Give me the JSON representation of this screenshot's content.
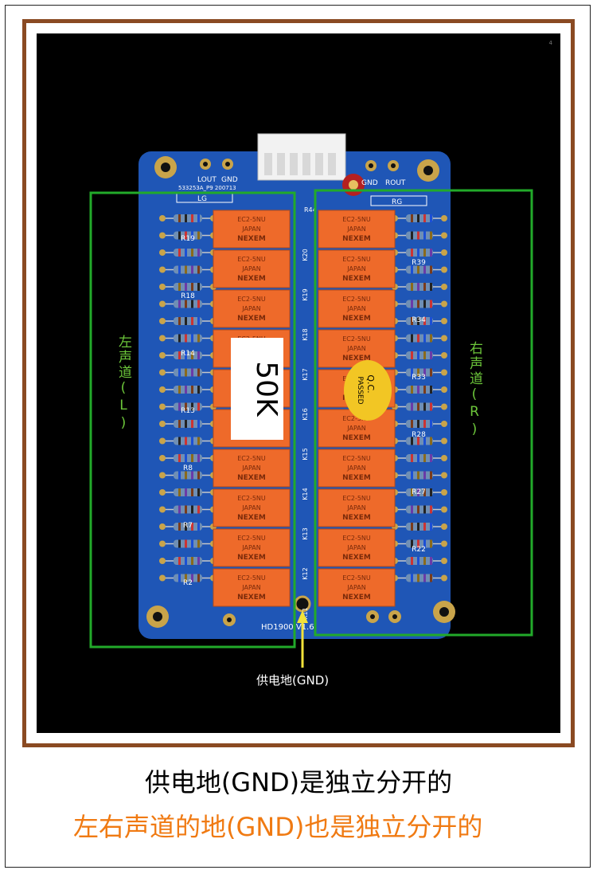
{
  "photo": {
    "corner_mark": "4",
    "board": {
      "header_labels": [
        "LOUT",
        "GND",
        "GND",
        "ROUT"
      ],
      "part_code": "533253A_P9  200713",
      "section_left": "LG",
      "section_right": "RG",
      "board_id": "HD1900  V1.6",
      "sticker_text": "50K",
      "qc_text_top": "Q.C.",
      "qc_text_bottom": "PASSED",
      "relay_brand": "NEXEM",
      "relay_model": "EC2-5NU",
      "relay_origin": "JAPAN",
      "relay_labels_k": [
        "K20",
        "K19",
        "K18",
        "K17",
        "K16",
        "K15",
        "K14",
        "K13",
        "K12",
        "K11"
      ],
      "resistor_labels_left": [
        "R19",
        "R18",
        "R14",
        "R13",
        "R8",
        "R7",
        "R2"
      ],
      "resistor_labels_right": [
        "R39",
        "R34",
        "R33",
        "R28",
        "R27",
        "R22"
      ],
      "connector_label": "R44"
    },
    "annotations": {
      "gnd_supply": "供电地(GND)",
      "left_channel": "左声道(L)",
      "right_channel": "右声道(R)",
      "highlight_color": "#22aa2a",
      "arrow_color": "#f2e23a"
    }
  },
  "captions": {
    "line1": "供电地(GND)是独立分开的",
    "line2": "左右声道的地(GND)也是独立分开的"
  }
}
